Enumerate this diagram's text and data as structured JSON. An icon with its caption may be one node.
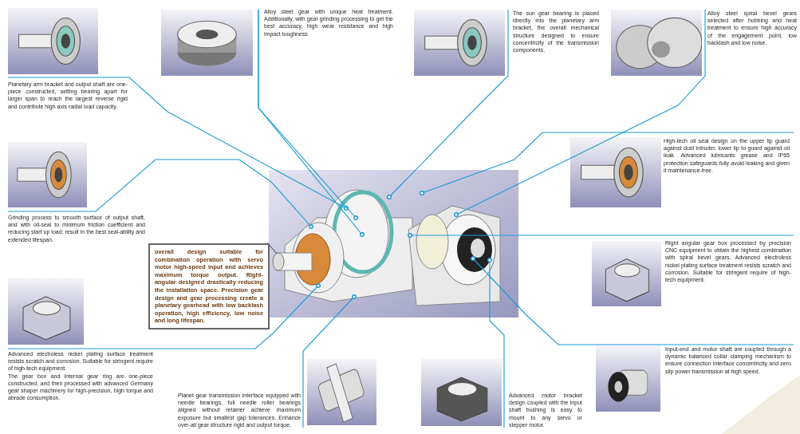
{
  "diagram": {
    "nodes": [
      {
        "text": [
          "Planetary arm bracket and output shaft are one-piece constructed, setting bearing apart for larger span to reach the largest reverse rigid and contribute high axis radial load capacity."
        ]
      },
      {
        "text": [
          "Alloy steel gear with unique heat treatment. Additionally, with gear grinding processing to get the best accuracy, high wear resistance and high impact toughness."
        ]
      },
      {
        "text": [
          "The sun gear bearing is placed directly into the planetary arm bracket, the overall mechanical structure designed to ensure concentricity of the transmission components."
        ]
      },
      {
        "text": [
          "Alloy steel spiral bevel gears selected after hobbing and heat treatment to ensure high accuracy of the engagement point, low backlash and low noise."
        ]
      },
      {
        "text": [
          "High-tech oil seal design on the upper lip guard against dust intruder, lower lip to guard against oil leak. Advanced lubricants grease and IP65 protection safeguards fully avoid leaking and given it maintenance-free."
        ]
      },
      {
        "text": [
          "Grinding process to smooth surface of output shaft, and with oil-seal to minimum friction coefficient and reducing start up load; result in the best seal-ability and extended lifespan."
        ]
      },
      {
        "text": [],
        "shape": "picture"
      },
      {
        "text": [
          "overall design suitable for combination operation with servo motor high-speed input and achieves maximum torque output. Right-angular designed drastically reducing the installation space. Precision gear design and gear processing create a planetary gearhead with low backlash operation, high efficiency, low noise and long lifespan."
        ]
      },
      {
        "text": [
          "Right angular gear box processed by precision CNC equipment to obtain the highest combination with spiral bevel gears. Advanced electroless nickel plating surface treatment resists scratch and corrosion. Suitable for stringent require of high-tech equipment."
        ]
      },
      {
        "text": [
          "Advanced electroless nickel plating surface treatment resists scratch and corrosion. Suitable for stringent require of high-tech equipment.",
          "The gear box and internal gear ring are one-piece constructed, and then processed with advanced Germany gear shaper machinery for high-precision, high torque and abrade consumption."
        ]
      },
      {
        "text": [
          "Input-end and motor shaft are coupled through a dynamic balanced collar clamping mechanism to ensure connection interface concentricity and zero slip power transmission at high speed."
        ]
      },
      {
        "text": [
          "Planet gear transmission interface equipped with needle bearings, full needle roller bearings aligned without retainer achieve maximum exposure but smallest gap tolerances. Enhance over-all gear structure rigid and output torque."
        ]
      },
      {
        "text": [
          "Advanced motor bracket design coupled with the input shaft bushing is easy to mount to any servo or stepper motor."
        ]
      }
    ],
    "edges": [
      {
        "from": 0,
        "to": 6,
        "arrow": "other"
      },
      {
        "from": 1,
        "to": 6,
        "arrow": "other"
      },
      {
        "from": 1,
        "to": 6,
        "arrow": "other"
      },
      {
        "from": 2,
        "to": 6,
        "arrow": "other"
      },
      {
        "from": 3,
        "to": 6,
        "arrow": "other"
      },
      {
        "from": 4,
        "to": 6,
        "arrow": "other"
      },
      {
        "from": 5,
        "to": 6,
        "arrow": "other"
      },
      {
        "from": 8,
        "to": 6,
        "arrow": "other"
      },
      {
        "from": 9,
        "to": 6,
        "arrow": "other"
      },
      {
        "from": 10,
        "to": 6,
        "arrow": "other"
      },
      {
        "from": 11,
        "to": 6,
        "arrow": "other"
      },
      {
        "from": 12,
        "to": 6,
        "arrow": "other"
      },
      {
        "from": 7,
        "to": 6,
        "arrow": "none",
        "color": "#555555"
      }
    ]
  }
}
